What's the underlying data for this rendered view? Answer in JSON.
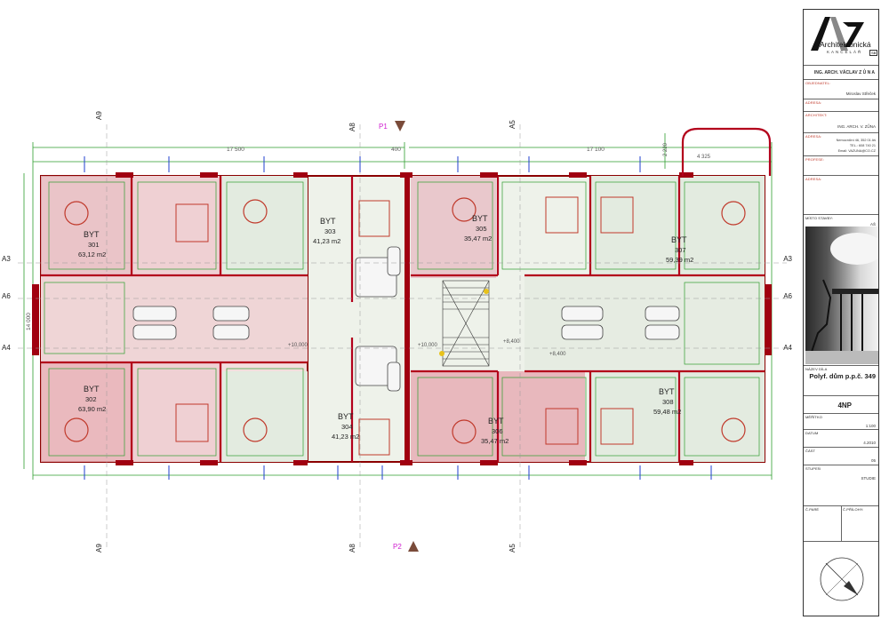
{
  "plan": {
    "flats": [
      {
        "name": "BYT",
        "num": "301",
        "area": "63,12 m2"
      },
      {
        "name": "BYT",
        "num": "302",
        "area": "63,90 m2"
      },
      {
        "name": "BYT",
        "num": "303",
        "area": "41,23 m2"
      },
      {
        "name": "BYT",
        "num": "304",
        "area": "41,23 m2"
      },
      {
        "name": "BYT",
        "num": "305",
        "area": "35,47 m2"
      },
      {
        "name": "BYT",
        "num": "306",
        "area": "35,47 m2"
      },
      {
        "name": "BYT",
        "num": "307",
        "area": "59,39 m2"
      },
      {
        "name": "BYT",
        "num": "308",
        "area": "59,48 m2"
      }
    ],
    "dims": {
      "left": "17 500",
      "mid": "400",
      "right": "17 100",
      "vert": "14 000",
      "top_small": "2 220",
      "top_right": "4 325"
    },
    "axes": {
      "A9": "A9",
      "A8": "A8",
      "A5": "A5",
      "A3": "A3",
      "A6": "A6",
      "A4": "A4"
    },
    "sections": {
      "p1": "P1",
      "p2": "P2"
    },
    "levels": {
      "l1": "+10,000",
      "l2": "+10,000",
      "l3": "+8,400",
      "l4": "+8,400"
    }
  },
  "title_block": {
    "logo_main": "Architektonická",
    "logo_sub": "KANCELÁŘ",
    "logo_mark": "AVZ",
    "logo_tag": "SB",
    "architect_head": "ING. ARCH. VÁCLAV Z Ů N A",
    "client_label": "OBJEDNATEL:",
    "client_value": "Miroslav Střeček",
    "address_label": "ADRESA:",
    "architect_label": "ARCHITEKT:",
    "architect_value": "ING. ARCH. V. ZŮNA",
    "address2_label": "ADRESA:",
    "address2_line1": "Nemocniční 46, 352 01 Aš",
    "address2_line2": "TEL.: 608 740 21",
    "address2_line3": "Email: VAZUNA@CO.CZ",
    "profession_label": "PROFESE:",
    "address3_label": "ADRESA:",
    "site_label": "MÍSTO STAVBY:",
    "site_value": "AŠ",
    "name_label": "NÁZEV DÍLA",
    "name_value": "Polyf. dům p.p.č. 349",
    "drawing_value": "4NP",
    "scale_label": "MĚŘÍTKO",
    "scale_value": "1:100",
    "date_label": "DATUM",
    "date_value": "4.2010",
    "part_label": "ČÁST",
    "part_value": "05",
    "stage_label": "STUPEŇ",
    "stage_value": "STUDIE",
    "copy_label": "Č.PARÉ",
    "attach_label": "Č.PŘÍLOHY:"
  }
}
